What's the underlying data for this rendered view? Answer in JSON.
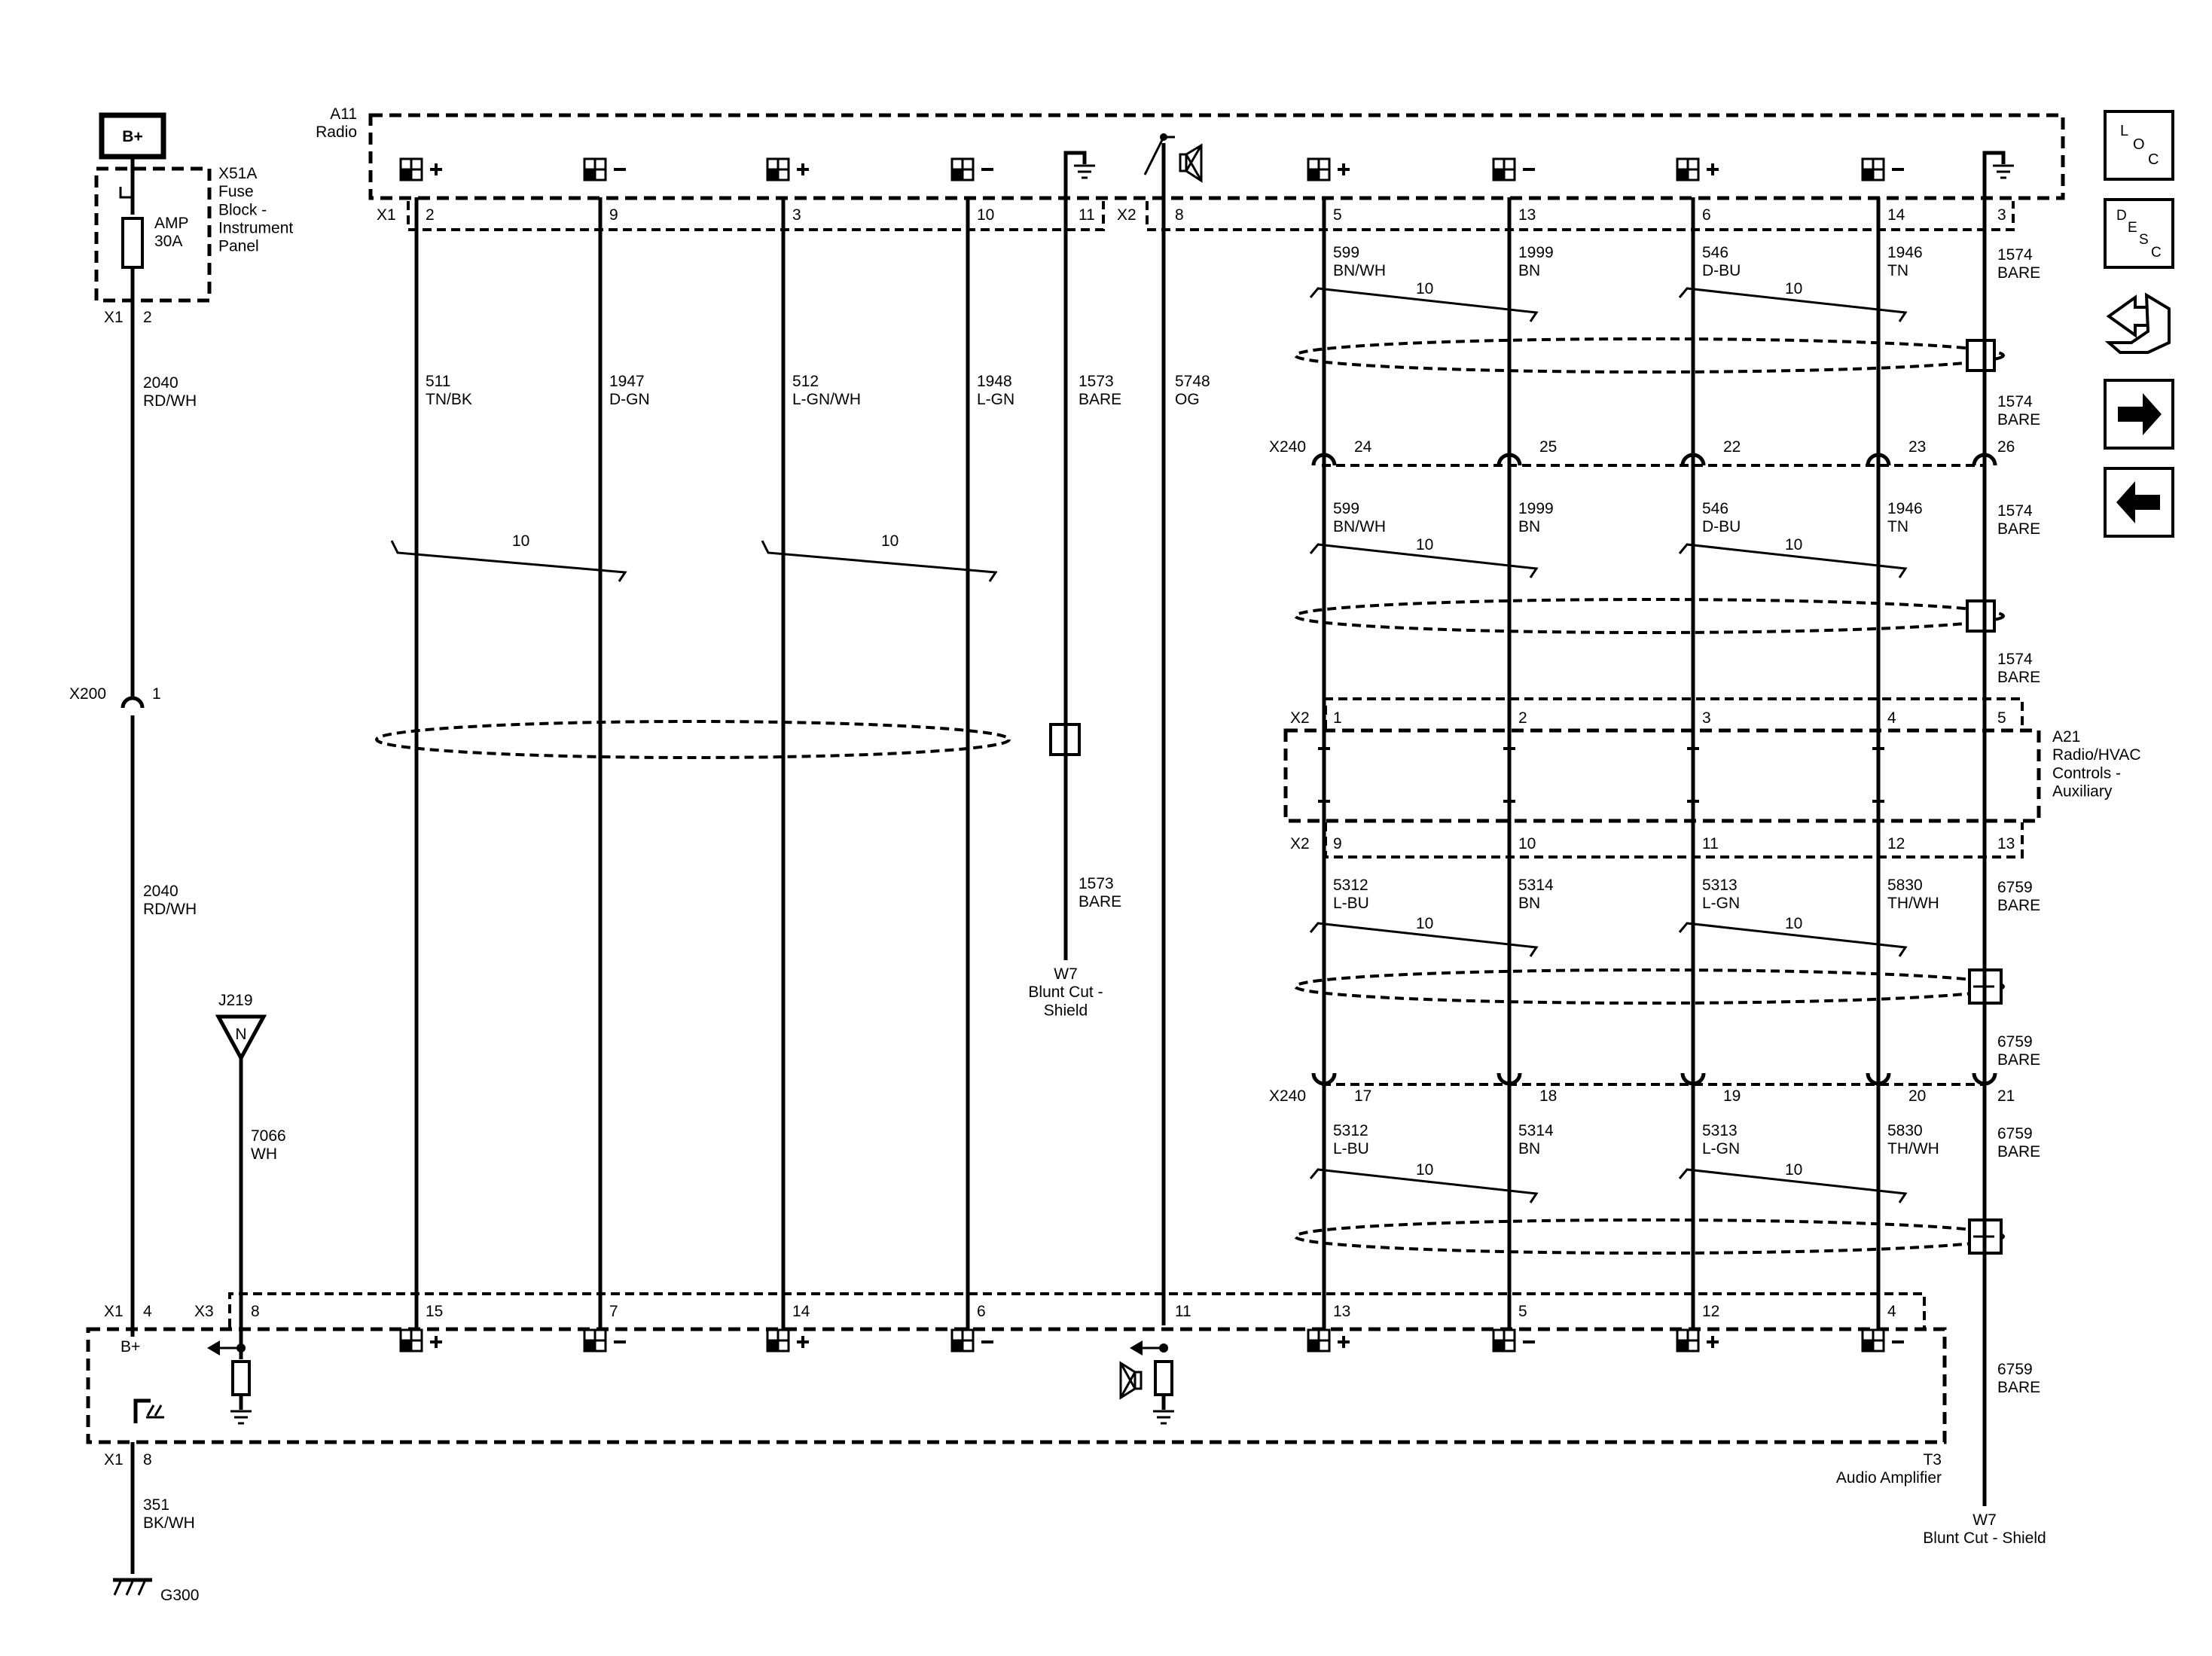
{
  "power": {
    "battery_label": "B+",
    "fuse_block": "X51A\nFuse\nBlock -\nInstrument\nPanel",
    "fuse_rating": "AMP\n30A",
    "fuse_conn": "X1",
    "fuse_pin": "2",
    "wire_top": "2040\nRD/WH",
    "inline_conn": "X200",
    "inline_pin": "1",
    "wire_bottom": "2040\nRD/WH"
  },
  "radio": {
    "name": "A11\nRadio",
    "conn_x1": "X1",
    "conn_x2": "X2",
    "antenna_pin": "8"
  },
  "antenna": {
    "jack": "J219",
    "symbol": "N",
    "wire": "7066\nWH"
  },
  "amplifier": {
    "name": "T3\nAudio Amplifier",
    "conn_x1": "X1",
    "conn_x3": "X3",
    "power_pin": "4",
    "power_label": "B+",
    "ground_pin": "8",
    "antenna_pin": "8",
    "audio_pin": "11",
    "ground_wire": "351\nBK/WH",
    "ground_point": "G300"
  },
  "left_channels": [
    {
      "radio_pin": "2",
      "sign": "+",
      "wire": "511\nTN/BK",
      "amp_pin": "15"
    },
    {
      "radio_pin": "9",
      "sign": "–",
      "wire": "1947\nD-GN",
      "amp_pin": "7"
    },
    {
      "radio_pin": "3",
      "sign": "+",
      "wire": "512\nL-GN/WH",
      "amp_pin": "14"
    },
    {
      "radio_pin": "10",
      "sign": "–",
      "wire": "1948\nL-GN",
      "amp_pin": "6"
    }
  ],
  "left_twists": [
    "10",
    "10"
  ],
  "left_drain": {
    "radio_pin": "11",
    "wire_top": "1573\nBARE",
    "wire_bottom": "1573\nBARE",
    "end": "W7\nBlunt Cut -\nShield"
  },
  "audio_out": {
    "wire": "5748\nOG"
  },
  "right_channels": [
    {
      "radio_pin": "5",
      "sign": "+",
      "wire_a": "599\nBN/WH",
      "x240_top": "24",
      "wire_b": "599\nBN/WH",
      "a21_in": "1",
      "a21_out": "9",
      "wire_c": "5312\nL-BU",
      "x240_bot": "17",
      "wire_d": "5312\nL-BU",
      "amp_pin": "13"
    },
    {
      "radio_pin": "13",
      "sign": "–",
      "wire_a": "1999\nBN",
      "x240_top": "25",
      "wire_b": "1999\nBN",
      "a21_in": "2",
      "a21_out": "10",
      "wire_c": "5314\nBN",
      "x240_bot": "18",
      "wire_d": "5314\nBN",
      "amp_pin": "5"
    },
    {
      "radio_pin": "6",
      "sign": "+",
      "wire_a": "546\nD-BU",
      "x240_top": "22",
      "wire_b": "546\nD-BU",
      "a21_in": "3",
      "a21_out": "11",
      "wire_c": "5313\nL-GN",
      "x240_bot": "19",
      "wire_d": "5313\nL-GN",
      "amp_pin": "12"
    },
    {
      "radio_pin": "14",
      "sign": "–",
      "wire_a": "1946\nTN",
      "x240_top": "23",
      "wire_b": "1946\nTN",
      "a21_in": "4",
      "a21_out": "12",
      "wire_c": "5830\nTH/WH",
      "x240_bot": "20",
      "wire_d": "5830\nTH/WH",
      "amp_pin": "4"
    }
  ],
  "right_twist": "10",
  "shield": {
    "radio_pin": "3",
    "w1": "1574\nBARE",
    "w2": "1574\nBARE",
    "x240_top": "26",
    "w3": "1574\nBARE",
    "w4": "1574\nBARE",
    "a21_in": "5",
    "a21_out": "13",
    "w5": "6759\nBARE",
    "w6": "6759\nBARE",
    "x240_bot": "21",
    "w7": "6759\nBARE",
    "w8": "6759\nBARE",
    "end": "W7\nBlunt Cut - Shield"
  },
  "x240_label": "X240",
  "a21": {
    "name": "A21\nRadio/HVAC\nControls -\nAuxiliary",
    "conn_in": "X2",
    "conn_out": "X2"
  },
  "nav": {
    "loc_label": "L\nO\nC",
    "desc_label": "D\nE\nS\nC",
    "wrench_icon": "wrench-icon",
    "next_icon": "arrow-right-icon",
    "prev_icon": "arrow-left-icon"
  }
}
